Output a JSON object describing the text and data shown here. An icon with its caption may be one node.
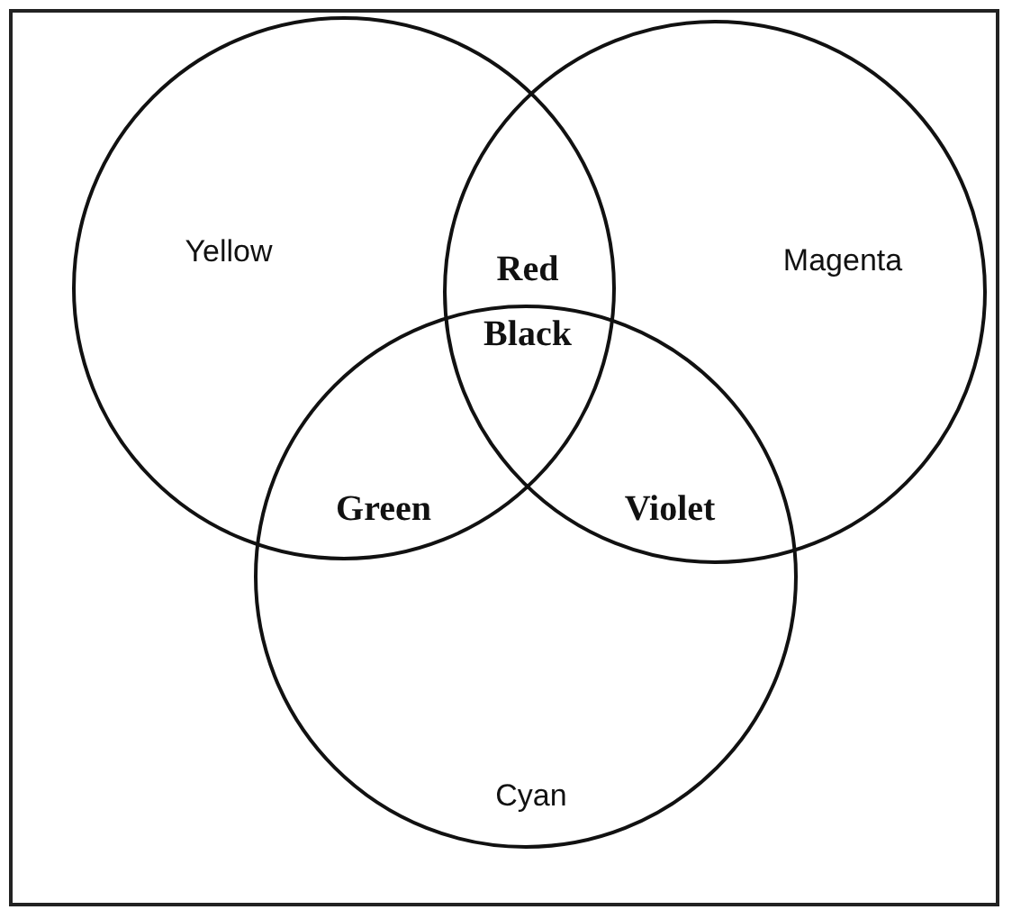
{
  "diagram": {
    "nodes": [
      {
        "text": [
          "Yellow"
        ]
      },
      {
        "text": [
          "Magenta"
        ]
      },
      {
        "text": [
          "Cyan"
        ]
      }
    ],
    "labels": [
      "Red",
      "Black",
      "Green",
      "Violet"
    ]
  }
}
